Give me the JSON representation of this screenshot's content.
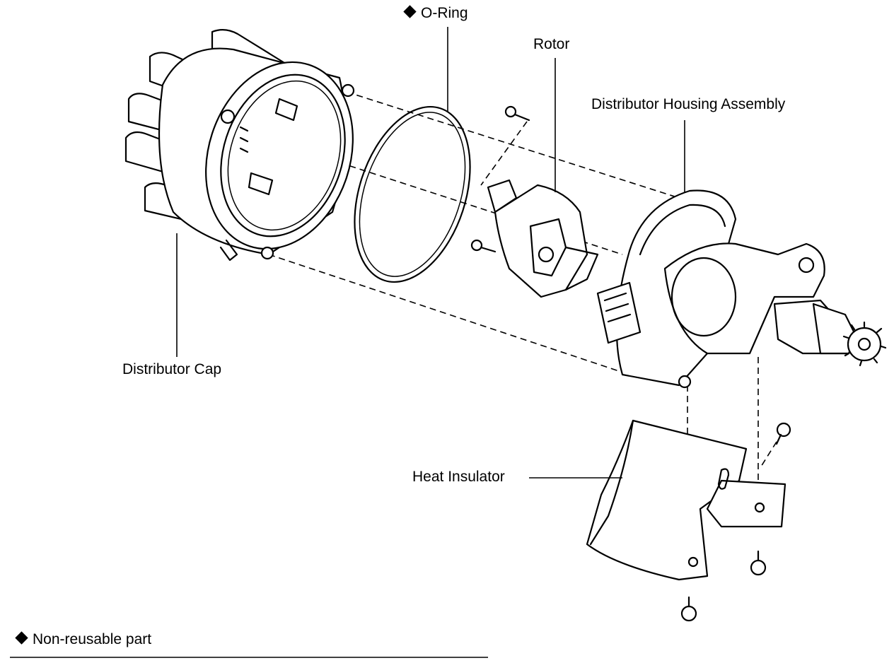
{
  "labels": {
    "o_ring": "O-Ring",
    "rotor": "Rotor",
    "housing": "Distributor Housing Assembly",
    "cap": "Distributor Cap",
    "insulator": "Heat Insulator",
    "legend": "Non-reusable part"
  },
  "icons": {
    "non_reusable_marker": "diamond-icon"
  }
}
